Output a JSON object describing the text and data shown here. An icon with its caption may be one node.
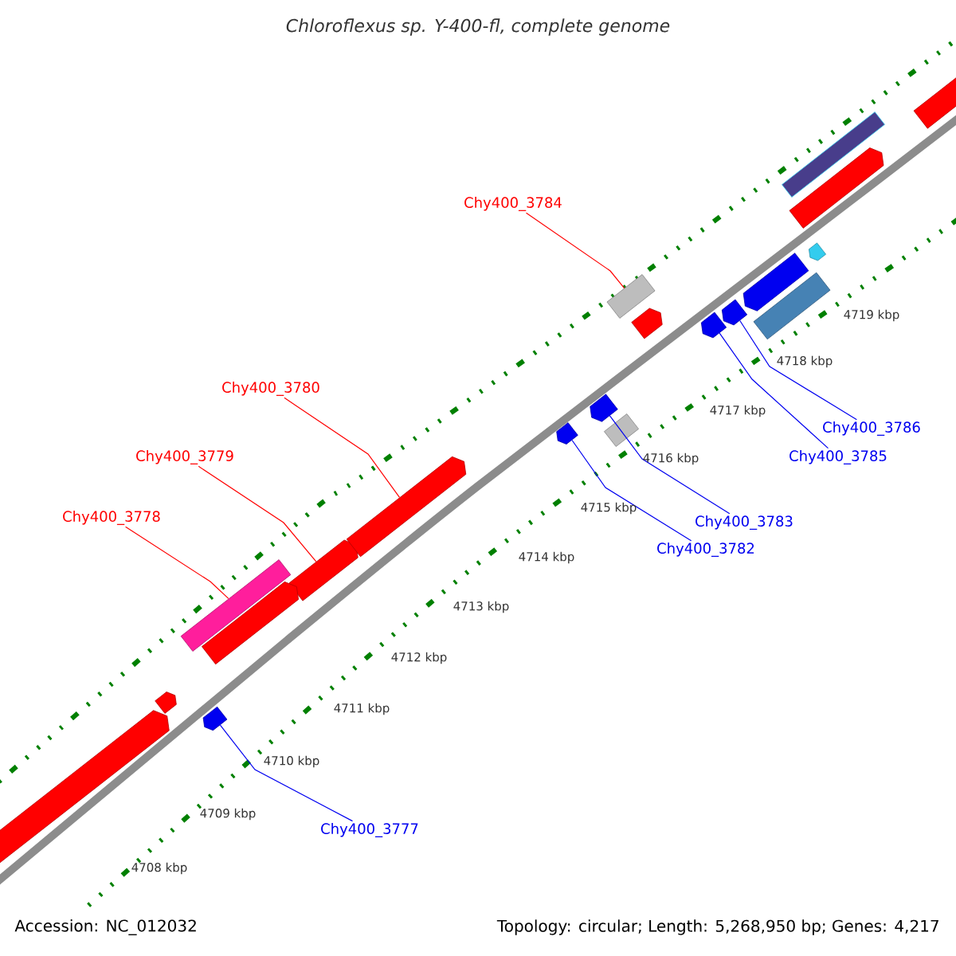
{
  "diagram": {
    "title": "*Chloroflexus* *sp. Y-400-fl, complete genome*",
    "nodes": [
      {
        "text": [
          "Chy400_3784"
        ]
      },
      {
        "text": [
          "Chy400_3780"
        ]
      },
      {
        "text": [
          "Chy400_3786"
        ]
      },
      {
        "text": [
          "Chy400_3779"
        ]
      },
      {
        "text": [
          "Chy400_3785"
        ]
      },
      {
        "text": [
          "Chy400_3778"
        ]
      },
      {
        "text": [
          "Chy400_3783"
        ]
      },
      {
        "text": [
          "Chy400_3782"
        ]
      },
      {
        "text": [
          "Chy400_3777"
        ]
      },
      {
        "text": [],
        "shape": "bar"
      },
      {
        "text": [],
        "shape": "bar"
      },
      {
        "text": [],
        "shape": "bar"
      },
      {
        "text": [],
        "shape": "bar"
      },
      {
        "text": [],
        "shape": "bar"
      },
      {
        "text": [],
        "shape": "bar"
      },
      {
        "text": [],
        "shape": "bar"
      },
      {
        "text": [],
        "shape": "bar"
      },
      {
        "text": [],
        "shape": "bar"
      },
      {
        "text": [],
        "shape": "bar"
      },
      {
        "text": [],
        "shape": "bar"
      },
      {
        "text": [],
        "shape": "bar"
      },
      {
        "text": [],
        "shape": "bar"
      },
      {
        "text": [],
        "shape": "bar"
      },
      {
        "text": [],
        "shape": "bar"
      },
      {
        "text": [],
        "shape": "bar"
      },
      {
        "text": [],
        "shape": "bar"
      },
      {
        "text": [],
        "shape": "bar"
      },
      {
        "text": [],
        "shape": "bar"
      },
      {
        "text": [],
        "shape": "bar"
      }
    ],
    "edges": [
      {
        "from": 0,
        "to": 15,
        "arrow": "none",
        "color": "#ff0000"
      },
      {
        "from": 1,
        "to": 12,
        "arrow": "none",
        "color": "#ff0000"
      },
      {
        "from": 2,
        "to": 17,
        "arrow": "none"
      },
      {
        "from": 3,
        "to": 11,
        "arrow": "none",
        "color": "#ff0000"
      },
      {
        "from": 4,
        "to": 16,
        "arrow": "none"
      },
      {
        "from": 5,
        "to": 10,
        "arrow": "none",
        "color": "#ff0000"
      },
      {
        "from": 6,
        "to": 14,
        "arrow": "none"
      },
      {
        "from": 7,
        "to": 13,
        "arrow": "none"
      },
      {
        "from": 8,
        "to": 9,
        "arrow": "none"
      }
    ],
    "labels": [
      "4719 kbp",
      "4718 kbp",
      "4717 kbp",
      "4716 kbp",
      "4715 kbp",
      "4714 kbp",
      "4713 kbp",
      "4712 kbp",
      "4711 kbp",
      "4710 kbp",
      "4709 kbp",
      "4708 kbp",
      "Accession: NC_012032",
      "Topology: circular; Length: 5,268,950 bp; Genes: 4,217"
    ]
  }
}
